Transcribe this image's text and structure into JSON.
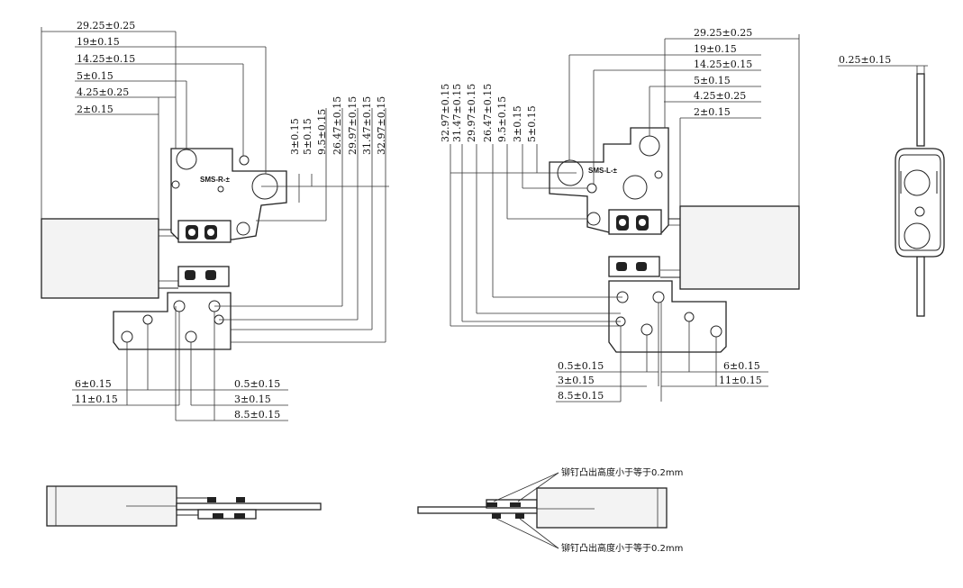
{
  "left_view": {
    "top_dims": [
      "29.25±0.25",
      "19±0.15",
      "14.25±0.15",
      "5±0.15",
      "4.25±0.25",
      "2±0.15"
    ],
    "vert_dims": [
      "3±0.15",
      "5±0.15",
      "9.5±0.15",
      "26.47±0.15",
      "29.97±0.15",
      "31.47±0.15",
      "32.97±0.15"
    ],
    "bottom_left_dims": [
      "6±0.15",
      "11±0.15"
    ],
    "bottom_right_dims": [
      "0.5±0.15",
      "3±0.15",
      "8.5±0.15"
    ],
    "part_label": "SMS-R-±"
  },
  "right_view": {
    "top_dims": [
      "29.25±0.25",
      "19±0.15",
      "14.25±0.15",
      "5±0.15",
      "4.25±0.25",
      "2±0.15"
    ],
    "vert_dims": [
      "32.97±0.15",
      "31.47±0.15",
      "29.97±0.15",
      "26.47±0.15",
      "9.5±0.15",
      "3±0.15",
      "5±0.15"
    ],
    "bottom_left_dims": [
      "0.5±0.15",
      "3±0.15",
      "8.5±0.15"
    ],
    "bottom_right_dims": [
      "6±0.15",
      "11±0.15"
    ],
    "part_label": "SMS-L-±"
  },
  "side_view": {
    "thickness_dim": "0.25±0.15"
  },
  "notes": {
    "rivet_top": "铆钉凸出高度小于等于0.2mm",
    "rivet_bottom": "铆钉凸出高度小于等于0.2mm"
  }
}
